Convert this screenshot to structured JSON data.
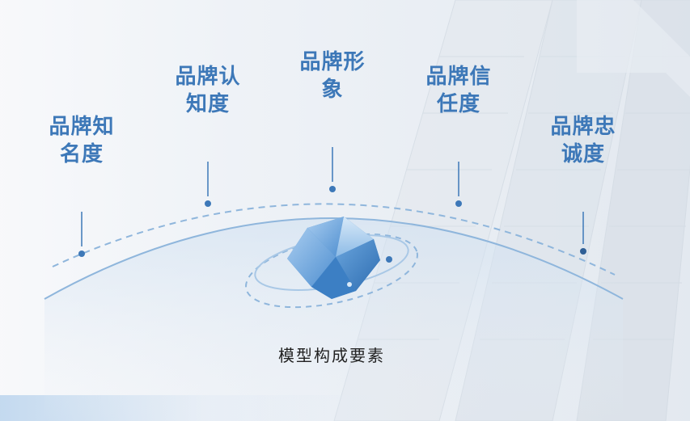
{
  "labels": [
    {
      "line1": "品牌知",
      "line2": "名度"
    },
    {
      "line1": "品牌认",
      "line2": "知度"
    },
    {
      "line1": "品牌形",
      "line2": "象"
    },
    {
      "line1": "品牌信",
      "line2": "任度"
    },
    {
      "line1": "品牌忠",
      "line2": "诚度"
    }
  ],
  "caption": "模型构成要素",
  "colors": {
    "label_blue": "#3d78b8",
    "accent_blue": "#4a86c8",
    "dark_dot": "#2f5f96"
  },
  "icons": {
    "center": "polyhedron-icon"
  }
}
